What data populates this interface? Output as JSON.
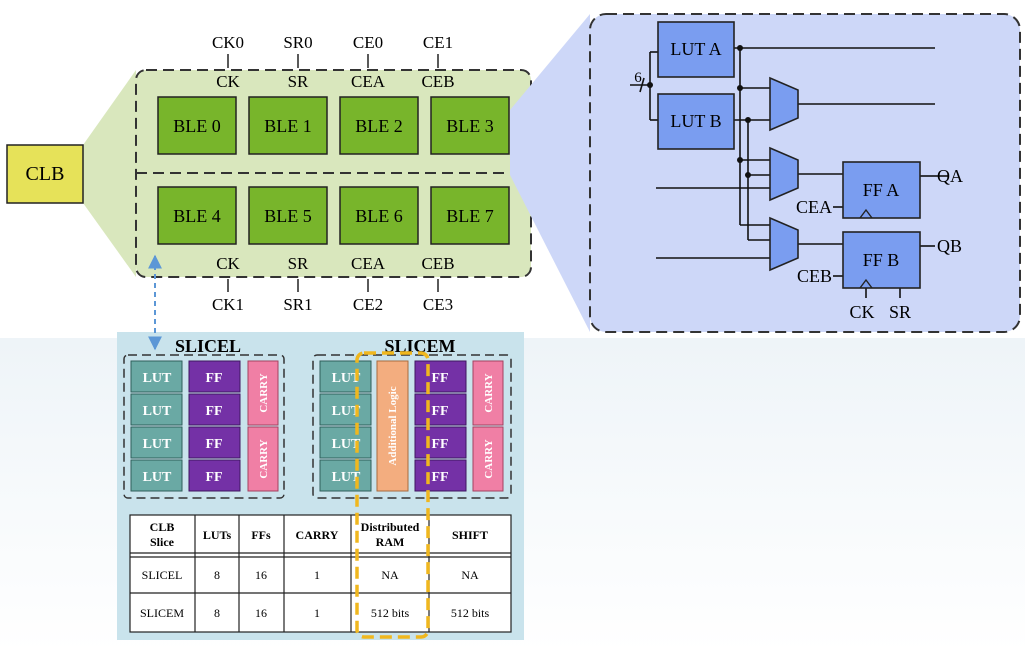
{
  "clb": {
    "label": "CLB"
  },
  "bles": [
    "BLE 0",
    "BLE 1",
    "BLE 2",
    "BLE 3",
    "BLE 4",
    "BLE 5",
    "BLE 6",
    "BLE 7"
  ],
  "top_signals": {
    "outer": [
      "CK0",
      "SR0",
      "CE0",
      "CE1"
    ],
    "inner": [
      "CK",
      "SR",
      "CEA",
      "CEB"
    ]
  },
  "bottom_signals": {
    "inner": [
      "CK",
      "SR",
      "CEA",
      "CEB"
    ],
    "outer": [
      "CK1",
      "SR1",
      "CE2",
      "CE3"
    ]
  },
  "detail": {
    "lut_a": "LUT A",
    "lut_b": "LUT B",
    "ff_a": "FF A",
    "ff_b": "FF B",
    "bus_width": "6",
    "qa": "QA",
    "qb": "QB",
    "cea": "CEA",
    "ceb": "CEB",
    "ck": "CK",
    "sr": "SR"
  },
  "slicel": {
    "title": "SLICEL",
    "lut": "LUT",
    "ff": "FF",
    "carry": "CARRY"
  },
  "slicem": {
    "title": "SLICEM",
    "lut": "LUT",
    "ff": "FF",
    "carry": "CARRY",
    "additional": "Additional Logic"
  },
  "table": {
    "headers": [
      [
        "CLB",
        "Slice"
      ],
      [
        "LUTs"
      ],
      [
        "FFs"
      ],
      [
        "CARRY"
      ],
      [
        "Distributed",
        "RAM"
      ],
      [
        "SHIFT"
      ]
    ],
    "rows": [
      [
        "SLICEL",
        "8",
        "16",
        "1",
        "NA",
        "NA"
      ],
      [
        "SLICEM",
        "8",
        "16",
        "1",
        "512 bits",
        "512 bits"
      ]
    ]
  },
  "colors": {
    "ble_fill": "#78b52b",
    "clb_panel": "#d9e7bd",
    "clb_fill": "#e6e259",
    "detail_bg": "#cdd7f8",
    "block_blue": "#7a9df0",
    "slice_bg": "#c9e3ec",
    "lut_teal": "#6aa9a4",
    "ff_purple": "#7431a6",
    "carry_pink": "#f07fa5",
    "additional_orange": "#f3ad7f",
    "highlight_yellow": "#f0b71e",
    "link_blue": "#5c97d6"
  }
}
